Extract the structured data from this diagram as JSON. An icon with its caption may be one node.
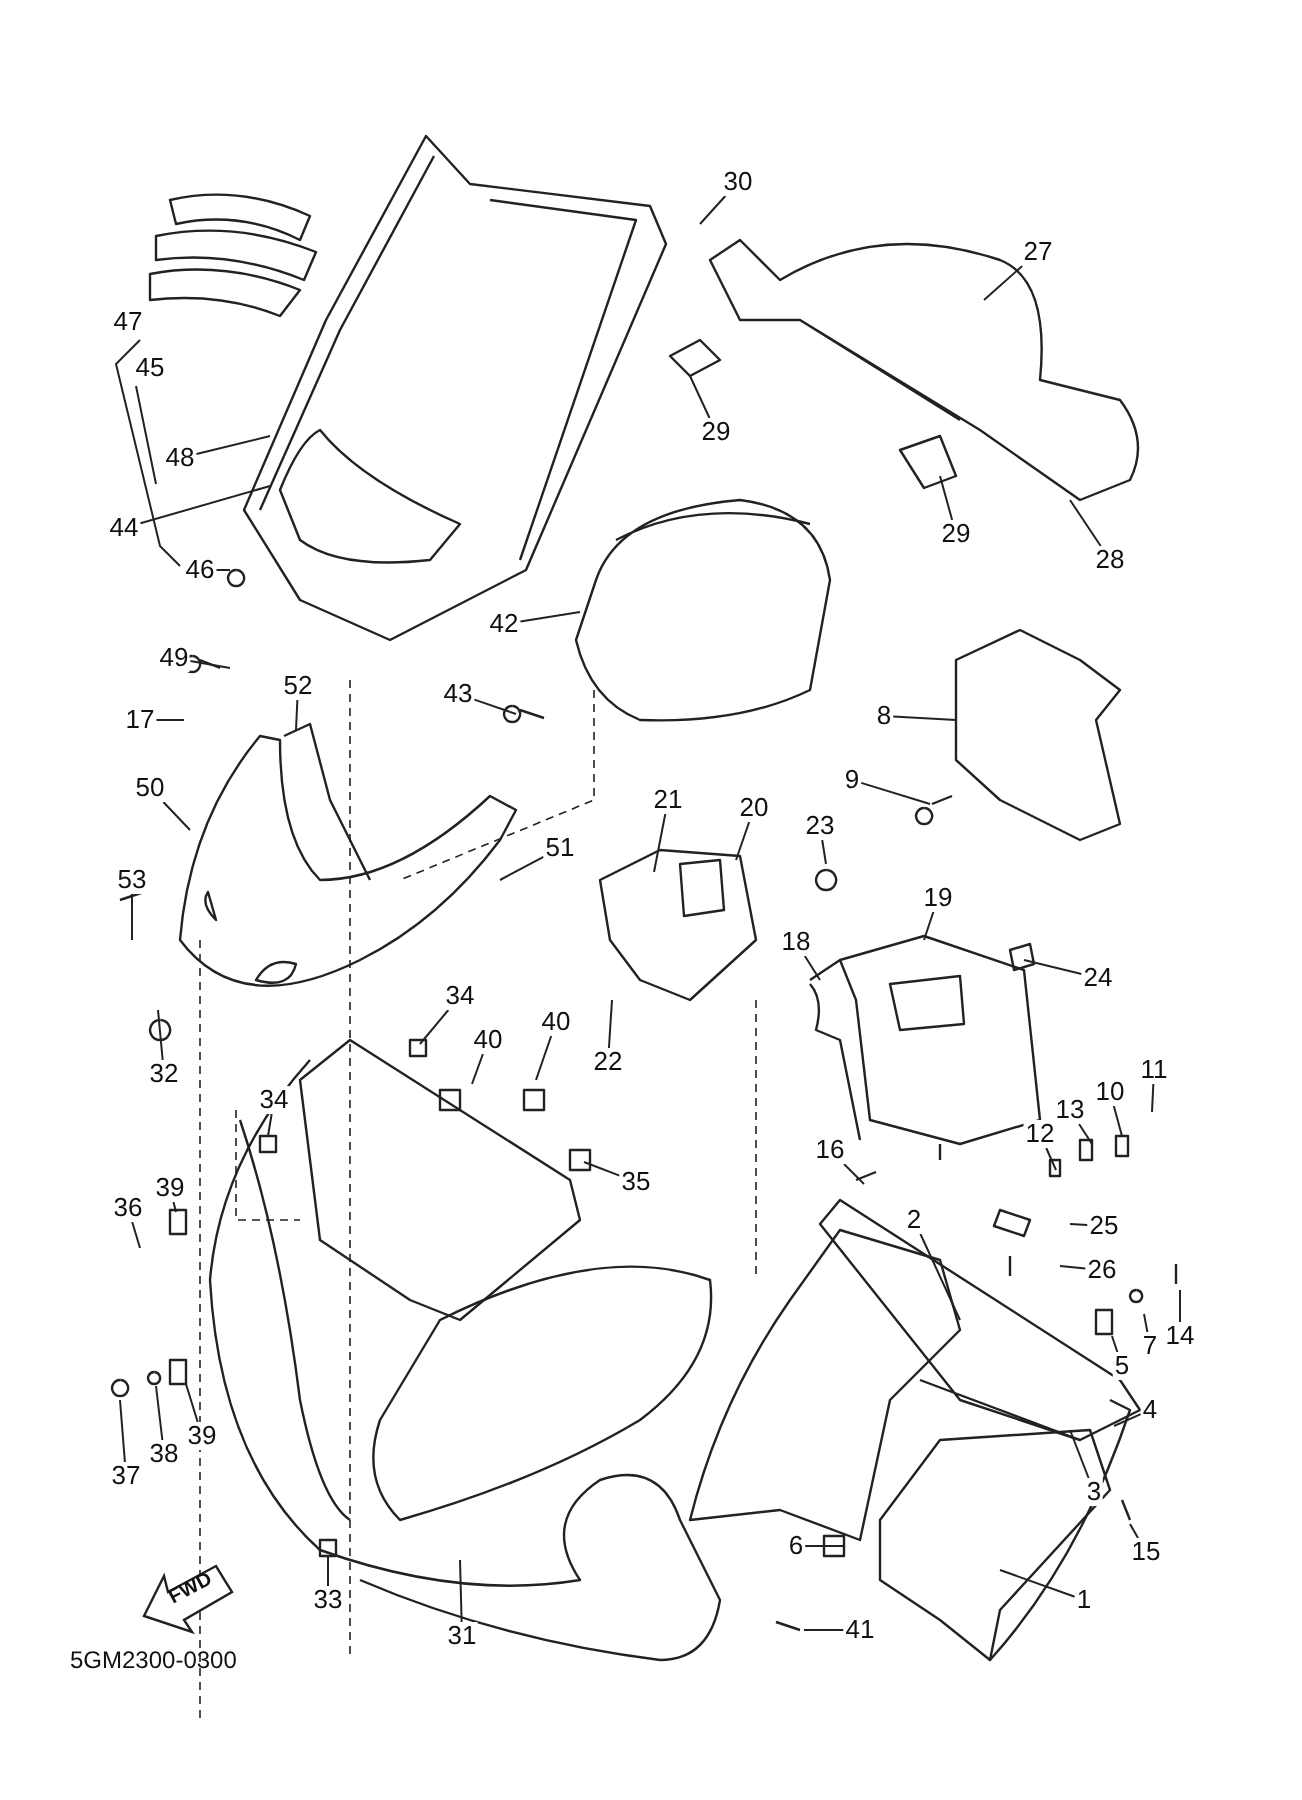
{
  "diagram": {
    "nodes": [
      {
        "text": [
          "30"
        ]
      },
      {
        "text": [
          "27"
        ]
      },
      {
        "text": [
          "47"
        ]
      },
      {
        "text": [
          "45"
        ]
      },
      {
        "text": [
          "29"
        ]
      },
      {
        "text": [
          "48"
        ]
      },
      {
        "text": [
          "29"
        ]
      },
      {
        "text": [
          "44"
        ]
      },
      {
        "text": [
          "28"
        ]
      },
      {
        "text": [
          "46"
        ]
      },
      {
        "text": [
          "42"
        ]
      },
      {
        "text": [
          "49"
        ]
      },
      {
        "text": [
          "43"
        ]
      },
      {
        "text": [
          "17"
        ]
      },
      {
        "text": [
          "52"
        ]
      },
      {
        "text": [
          "8"
        ]
      },
      {
        "text": [
          "50"
        ]
      },
      {
        "text": [
          "9"
        ]
      },
      {
        "text": [
          "21"
        ]
      },
      {
        "text": [
          "20"
        ]
      },
      {
        "text": [
          "23"
        ]
      },
      {
        "text": [
          "51"
        ]
      },
      {
        "text": [
          "53"
        ]
      },
      {
        "text": [
          "19"
        ]
      },
      {
        "text": [
          "18"
        ]
      },
      {
        "text": [
          "24"
        ]
      },
      {
        "text": [
          "32"
        ]
      },
      {
        "text": [
          "34"
        ]
      },
      {
        "text": [
          "40"
        ]
      },
      {
        "text": [
          "40"
        ]
      },
      {
        "text": [
          "22"
        ]
      },
      {
        "text": [
          "34"
        ]
      },
      {
        "text": [
          "11"
        ]
      },
      {
        "text": [
          "13"
        ]
      },
      {
        "text": [
          "10"
        ]
      },
      {
        "text": [
          "12"
        ]
      },
      {
        "text": [
          "35"
        ]
      },
      {
        "text": [
          "16"
        ]
      },
      {
        "text": [
          "39"
        ]
      },
      {
        "text": [
          "36"
        ]
      },
      {
        "text": [
          "2"
        ]
      },
      {
        "text": [
          "25"
        ]
      },
      {
        "text": [
          "26"
        ]
      },
      {
        "text": [
          "14"
        ]
      },
      {
        "text": [
          "5"
        ]
      },
      {
        "text": [
          "7"
        ]
      },
      {
        "text": [
          "4"
        ]
      },
      {
        "text": [
          "37"
        ]
      },
      {
        "text": [
          "38"
        ]
      },
      {
        "text": [
          "39"
        ]
      },
      {
        "text": [
          "3"
        ]
      },
      {
        "text": [
          "6"
        ]
      },
      {
        "text": [
          "15"
        ]
      },
      {
        "text": [
          "33"
        ]
      },
      {
        "text": [
          "1"
        ]
      },
      {
        "text": [
          "31"
        ]
      },
      {
        "text": [
          "41"
        ]
      }
    ],
    "edges": [
      {
        "from": 0,
        "to": null,
        "arrow": "none"
      },
      {
        "from": 1,
        "to": null,
        "arrow": "none"
      },
      {
        "from": 4,
        "to": null,
        "arrow": "none"
      },
      {
        "from": 5,
        "to": null,
        "arrow": "none"
      },
      {
        "from": 6,
        "to": null,
        "arrow": "none"
      },
      {
        "from": 7,
        "to": null,
        "arrow": "none"
      },
      {
        "from": 8,
        "to": null,
        "arrow": "none"
      },
      {
        "from": 9,
        "to": null,
        "arrow": "none"
      },
      {
        "from": 10,
        "to": null,
        "arrow": "none"
      },
      {
        "from": 11,
        "to": null,
        "arrow": "none"
      },
      {
        "from": 12,
        "to": null,
        "arrow": "none"
      },
      {
        "from": 13,
        "to": null,
        "arrow": "none"
      },
      {
        "from": 14,
        "to": null,
        "arrow": "none"
      },
      {
        "from": 15,
        "to": null,
        "arrow": "none"
      },
      {
        "from": 16,
        "to": null,
        "arrow": "none"
      },
      {
        "from": 17,
        "to": null,
        "arrow": "none"
      },
      {
        "from": 18,
        "to": null,
        "arrow": "none"
      },
      {
        "from": 19,
        "to": null,
        "arrow": "none"
      },
      {
        "from": 20,
        "to": null,
        "arrow": "none"
      },
      {
        "from": 21,
        "to": null,
        "arrow": "none"
      },
      {
        "from": 22,
        "to": null,
        "arrow": "none"
      },
      {
        "from": 23,
        "to": null,
        "arrow": "none"
      },
      {
        "from": 24,
        "to": null,
        "arrow": "none"
      },
      {
        "from": 25,
        "to": null,
        "arrow": "none"
      },
      {
        "from": 26,
        "to": null,
        "arrow": "none"
      },
      {
        "from": 27,
        "to": null,
        "arrow": "none"
      },
      {
        "from": 28,
        "to": null,
        "arrow": "none"
      },
      {
        "from": 29,
        "to": null,
        "arrow": "none"
      },
      {
        "from": 30,
        "to": null,
        "arrow": "none"
      },
      {
        "from": 31,
        "to": null,
        "arrow": "none"
      },
      {
        "from": 32,
        "to": null,
        "arrow": "none"
      },
      {
        "from": 33,
        "to": null,
        "arrow": "none"
      },
      {
        "from": 34,
        "to": null,
        "arrow": "none"
      },
      {
        "from": 35,
        "to": null,
        "arrow": "none"
      },
      {
        "from": 36,
        "to": null,
        "arrow": "none"
      },
      {
        "from": 37,
        "to": null,
        "arrow": "none"
      },
      {
        "from": 38,
        "to": null,
        "arrow": "none"
      },
      {
        "from": 39,
        "to": null,
        "arrow": "none"
      },
      {
        "from": 40,
        "to": null,
        "arrow": "none"
      },
      {
        "from": 41,
        "to": null,
        "arrow": "none"
      },
      {
        "from": 42,
        "to": null,
        "arrow": "none"
      },
      {
        "from": 43,
        "to": null,
        "arrow": "none"
      },
      {
        "from": 44,
        "to": null,
        "arrow": "none"
      },
      {
        "from": 45,
        "to": null,
        "arrow": "none"
      },
      {
        "from": 46,
        "to": null,
        "arrow": "none"
      },
      {
        "from": 47,
        "to": null,
        "arrow": "none"
      },
      {
        "from": 48,
        "to": null,
        "arrow": "none"
      },
      {
        "from": 49,
        "to": null,
        "arrow": "none"
      },
      {
        "from": 50,
        "to": null,
        "arrow": "none"
      },
      {
        "from": 51,
        "to": null,
        "arrow": "none"
      },
      {
        "from": 52,
        "to": null,
        "arrow": "none"
      },
      {
        "from": 53,
        "to": null,
        "arrow": "none"
      },
      {
        "from": 54,
        "to": null,
        "arrow": "none"
      },
      {
        "from": 55,
        "to": null,
        "arrow": "none"
      },
      {
        "from": 56,
        "to": null,
        "arrow": "none"
      }
    ],
    "labels": [
      "FWD",
      "5GM2300-0300"
    ]
  }
}
